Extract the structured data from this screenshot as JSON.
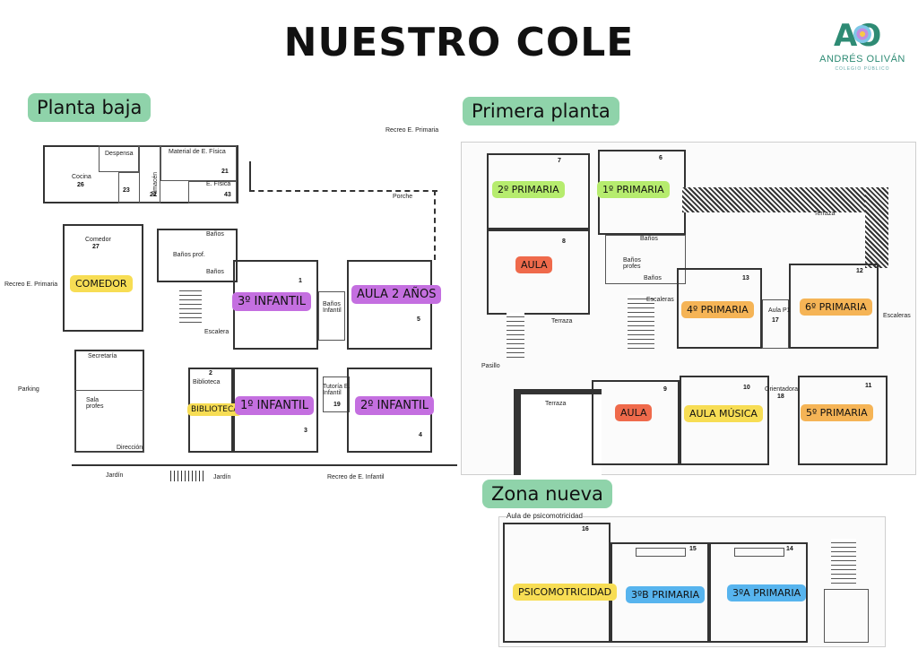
{
  "title": "NUESTRO COLE",
  "logo": {
    "mark": "AO",
    "name": "ANDRÉS OLIVÁN",
    "subtitle": "COLEGIO PÚBLICO"
  },
  "colors": {
    "section": "#8fd3aa",
    "purple": "#c46fe0",
    "yellow": "#f7dd54",
    "green": "#b6ec6e",
    "red": "#ef6a4b",
    "orange": "#f5b456",
    "blue": "#57b4ee"
  },
  "sections": {
    "ground": "Planta baja",
    "first": "Primera planta",
    "new": "Zona nueva"
  },
  "ground_floor": {
    "labels": {
      "recreo_primaria": "Recreo E. Primaria",
      "despensa": "Despensa",
      "material": "Material de E. Física",
      "cocina": "Cocina",
      "almacen": "Almacén",
      "e_fisica": "E. Física",
      "porche": "Porche",
      "comedor": "Comedor",
      "banos": "Baños",
      "banos_prof": "Baños prof.",
      "banos2": "Baños",
      "recreo_primaria_left": "Recreo E. Primaria",
      "banos_infantil": "Baños Infantil",
      "escalera": "Escalera",
      "secretaria": "Secretaría",
      "parking": "Parking",
      "biblioteca": "Biblioteca",
      "tutoria": "Tutoría E. Infantil",
      "sala_profes": "Sala profes",
      "direccion": "Dirección",
      "jardin1": "Jardín",
      "jardin2": "Jardín",
      "recreo_infantil": "Recreo de E. Infantil"
    },
    "numbers": {
      "n26": "26",
      "n23": "23",
      "n22": "22",
      "n21": "21",
      "n43": "43",
      "n27": "27",
      "n1": "1",
      "n5": "5",
      "n2": "2",
      "n19": "19",
      "n3": "3",
      "n4": "4"
    },
    "tags": {
      "comedor": "COMEDOR",
      "infantil3": "3º INFANTIL",
      "aula2": "AULA 2 AÑOS",
      "biblioteca": "BIBLIOTECA",
      "infantil1": "1º INFANTIL",
      "infantil2": "2º INFANTIL"
    }
  },
  "first_floor": {
    "labels": {
      "terraza1": "Terraza",
      "banos": "Baños",
      "banos_profes": "Baños profes",
      "banos2": "Baños",
      "escaleras1": "Escaleras",
      "aula_p1": "Aula P1",
      "escaleras2": "Escaleras",
      "terraza2": "Terraza",
      "pasillo": "Pasillo",
      "terraza3": "Terraza",
      "orientadora": "Orientadora"
    },
    "numbers": {
      "n7": "7",
      "n6": "6",
      "n8": "8",
      "n13": "13",
      "n12": "12",
      "n17": "17",
      "n9": "9",
      "n10": "10",
      "n18": "18",
      "n11": "11"
    },
    "tags": {
      "p2": "2º PRIMARIA",
      "p1": "1º PRIMARIA",
      "aula1": "AULA",
      "p4": "4º PRIMARIA",
      "p6": "6º PRIMARIA",
      "aula2": "AULA",
      "musica": "AULA MÚSICA",
      "p5": "5º PRIMARIA"
    }
  },
  "new_zone": {
    "labels": {
      "psicomotricidad": "Aula de psicomotricidad"
    },
    "numbers": {
      "n16": "16",
      "n15": "15",
      "n14": "14"
    },
    "tags": {
      "psico": "PSICOMOTRICIDAD",
      "p3b": "3ºB PRIMARIA",
      "p3a": "3ºA PRIMARIA"
    }
  }
}
